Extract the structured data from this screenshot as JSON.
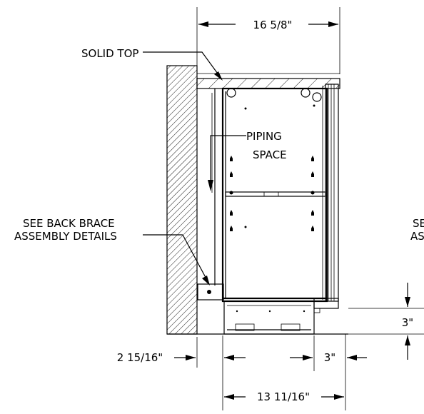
{
  "labels": {
    "solid_top": "SOLID TOP",
    "piping_line1": "PIPING",
    "piping_line2": "SPACE",
    "back_brace_line1": "SEE BACK BRACE",
    "back_brace_line2": "ASSEMBLY DETAILS",
    "cut_line1": "SE",
    "cut_line2": "AS"
  },
  "dimensions": {
    "overall_depth": "16 5/8\"",
    "wall_offset": "2 15/16\"",
    "front_offset": "3\"",
    "cabinet_depth": "13 11/16\"",
    "base_height": "3\""
  }
}
